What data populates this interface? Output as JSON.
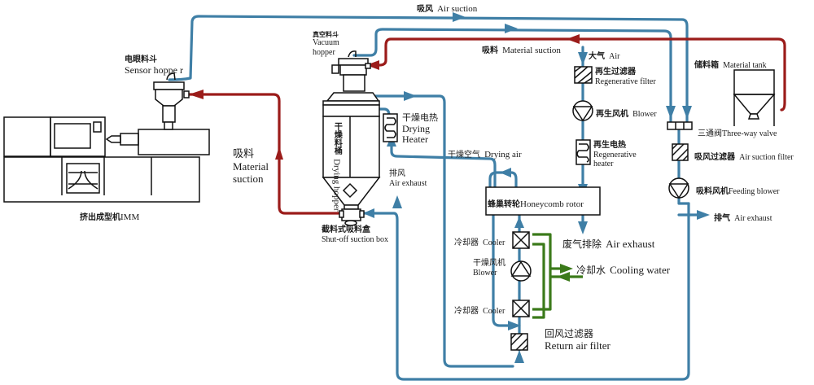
{
  "diagram": {
    "type": "process-flow",
    "subject": "Plastic dehumidifying drying and vacuum conveying system",
    "legend_colors": {
      "air_line": "#3f7fa6",
      "material_line": "#9b1c1a",
      "cooling_water_line": "#3b7a1a"
    }
  },
  "labels": {
    "air_suction_top": {
      "cn": "吸风",
      "en": "Air suction"
    },
    "sensor_hopper": {
      "cn": "电眼料斗",
      "en": "Sensor hoppe r"
    },
    "imm": {
      "cn": "挤出成型机",
      "en": "IMM"
    },
    "material_suction_left": {
      "cn": "吸料",
      "en1": "Material",
      "en2": "suction"
    },
    "vacuum_hopper": {
      "cn": "真空料斗",
      "en1": "Vacuum",
      "en2": "hopper"
    },
    "material_suction_top": {
      "cn": "吸料",
      "en": "Material suction"
    },
    "drying_hopper": {
      "cn": "干燥料桶",
      "en": "Drying hopper"
    },
    "drying_heater": {
      "cn": "干燥电热",
      "en1": "Drying",
      "en2": "Heater"
    },
    "air_exhaust_left": {
      "cn": "排风",
      "en": "Air exhaust"
    },
    "shutoff_box": {
      "cn": "截料式吸料盒",
      "en": "Shut-off suction box"
    },
    "drying_air": {
      "cn": "干燥空气",
      "en": "Drying air"
    },
    "air_in": {
      "cn": "大气",
      "en": "Air"
    },
    "regen_filter": {
      "cn": "再生过滤器",
      "en": "Regenerative filter"
    },
    "regen_blower": {
      "cn": "再生风机",
      "en": "Blower"
    },
    "regen_heater": {
      "cn": "再生电热",
      "en1": "Regenerative",
      "en2": "heater"
    },
    "honeycomb_rotor": {
      "cn": "蜂巢转轮",
      "en": "Honeycomb rotor"
    },
    "waste_exhaust": {
      "cn": "废气排除",
      "en": "Air exhaust"
    },
    "cooler_top": {
      "cn": "冷却器",
      "en": "Cooler"
    },
    "drying_blower": {
      "cn": "干燥风机",
      "en": "Blower"
    },
    "cooling_water": {
      "cn": "冷却水",
      "en": "Cooling water"
    },
    "cooler_bottom": {
      "cn": "冷却器",
      "en": "Cooler"
    },
    "return_filter": {
      "cn": "回风过滤器",
      "en": "Return air filter"
    },
    "material_tank": {
      "cn": "储料箱",
      "en": "Material tank"
    },
    "three_way_valve": {
      "cn": "三通阀",
      "en": "Three-way valve"
    },
    "air_suction_filter": {
      "cn": "吸风过滤器",
      "en": "Air suction filter"
    },
    "feeding_blower": {
      "cn": "吸料风机",
      "en": "Feeding blower"
    },
    "air_exhaust_right": {
      "cn": "排气",
      "en": "Air exhaust"
    }
  }
}
